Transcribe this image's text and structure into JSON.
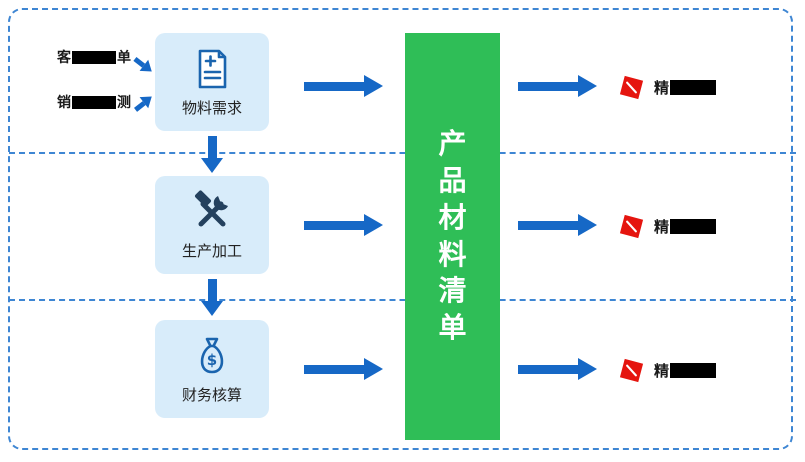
{
  "colors": {
    "border_blue": "#3e86d3",
    "arrow_blue": "#1668c6",
    "box_bg": "#d8ecfa",
    "green": "#2fbe57",
    "red": "#e5150f",
    "icon_blue": "#1a64ae",
    "icon_dark": "#24415e",
    "text_dark": "#1a1a1a"
  },
  "inputs": [
    {
      "prefix": "客",
      "suffix": "单",
      "redacted": true
    },
    {
      "prefix": "销",
      "suffix": "测",
      "redacted": true
    }
  ],
  "center": {
    "label": "产品材料清单"
  },
  "rows": [
    {
      "box_label": "物料需求",
      "icon": "document-plus-icon",
      "right_label_prefix": "精",
      "right_redacted": true
    },
    {
      "box_label": "生产加工",
      "icon": "tools-icon",
      "right_label_prefix": "精",
      "right_redacted": true
    },
    {
      "box_label": "财务核算",
      "icon": "money-bag-icon",
      "right_label_prefix": "精",
      "right_redacted": true
    }
  ]
}
